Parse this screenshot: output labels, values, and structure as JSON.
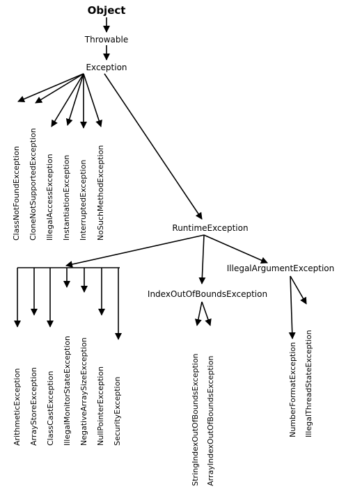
{
  "nodes": {
    "object": "Object",
    "throwable": "Throwable",
    "exception": "Exception",
    "class_not_found": "ClassNotFoundException",
    "clone_not_supported": "CloneNotSupportedException",
    "illegal_access": "IllegalAccessException",
    "instantiation": "InstantiationException",
    "interrupted": "InterruptedException",
    "no_such_method": "NoSuchMethodException",
    "runtime": "RuntimeException",
    "arithmetic": "ArithmeticException",
    "array_store": "ArrayStoreException",
    "class_cast": "ClassCastException",
    "illegal_monitor_state": "IllegalMonitorStateException",
    "negative_array_size": "NegativeArraySizeException",
    "null_pointer": "NullPointerException",
    "security": "SecurityException",
    "index_out_of_bounds": "IndexOutOfBoundsException",
    "string_index_out_of_bounds": "StringIndexOutOfBoundsException",
    "array_index_out_of_bounds": "ArrayIndexOutOfBoundsException",
    "illegal_argument": "IllegalArgumentException",
    "number_format": "NumberFormatException",
    "illegal_thread_state": "IllegalThreadStateException"
  }
}
